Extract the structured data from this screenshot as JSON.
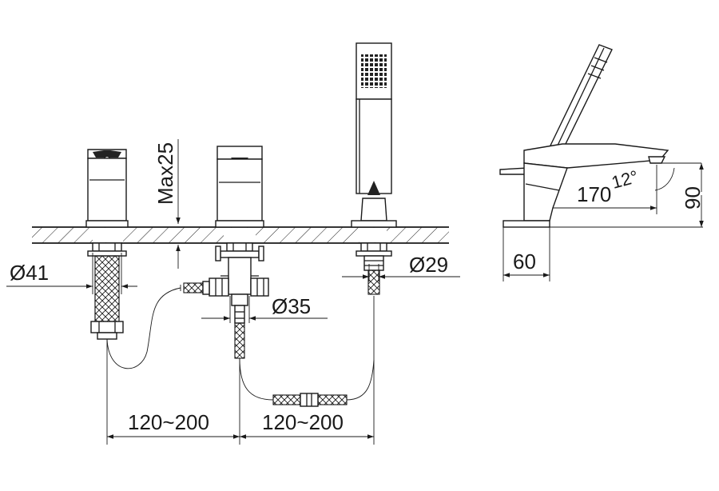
{
  "labels": {
    "dia_41": "Ø41",
    "dia_35": "Ø35",
    "dia_29": "Ø29",
    "max_25": "Max25",
    "spacing_left": "120~200",
    "spacing_right": "120~200",
    "spout_length": "170",
    "angle": "12°",
    "height": "90",
    "depth": "60"
  }
}
